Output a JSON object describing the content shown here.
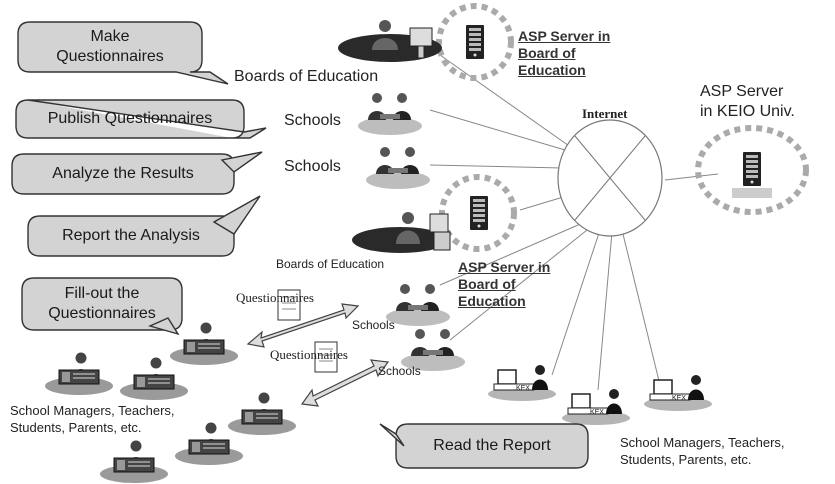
{
  "bubbles": {
    "make": "Make\nQuestionnaires",
    "publish": "Publish Questionnaires",
    "analyze": "Analyze the Results",
    "report": "Report the Analysis",
    "fillout": "Fill-out the\nQuestionnaires",
    "read": "Read the Report"
  },
  "labels": {
    "boards_top": "Boards of Education",
    "schools_1": "Schools",
    "schools_2": "Schools",
    "boards_mid": "Boards of Education",
    "questionnaires_1": "Questionnaires",
    "questionnaires_2": "Questionnaires",
    "schools_3": "Schools",
    "schools_4": "Schools",
    "internet": "Internet",
    "keio_server": "ASP Server\nin KEIO Univ.",
    "asp_top": "ASP Server in\nBoard of\nEducation",
    "asp_mid": "ASP Server in\nBoard of\nEducation",
    "users_left": "School Managers, Teachers,\nStudents, Parents, etc.",
    "users_right": "School Managers, Teachers,\nStudents, Parents, etc."
  },
  "icons": {
    "server": "server-icon",
    "people": "people-meeting-icon",
    "person_desk": "person-at-desk-icon",
    "computer_user": "computer-user-icon",
    "document": "document-icon"
  }
}
